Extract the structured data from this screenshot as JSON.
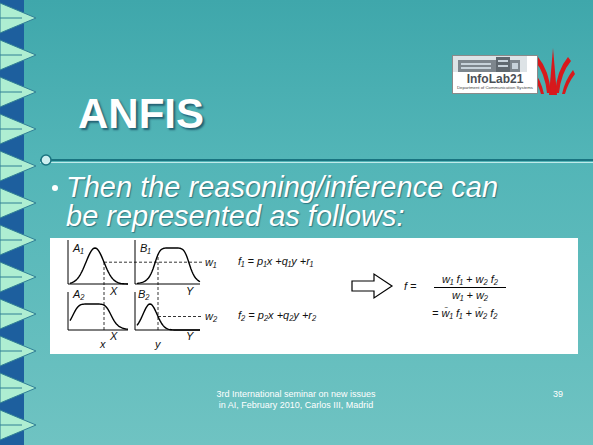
{
  "diagram": {
    "title": "ANFIS",
    "nodes": [
      {
        "text": [
          "InfoLab21",
          "Department of Communication Systems"
        ]
      }
    ],
    "labels": [
      "Then the reasoning/inference can be represented as follows:",
      "A₁",
      "B₁",
      "w₁",
      "A₂",
      "B₂",
      "w₂",
      "X",
      "Y",
      "X",
      "Y",
      "x",
      "y",
      "f₁ = p₁x +q₁y +r₁",
      "f₂ = p₂x +q₂y +r₂",
      "f =",
      "w₁ f₁ + w₂ f₂",
      "w₁ + w₂",
      "= w̄₁ f₁ + w̄₂ f₂",
      "3rd International seminar on new issues in AI, February 2010, Carlos III, Madrid",
      "39"
    ]
  }
}
